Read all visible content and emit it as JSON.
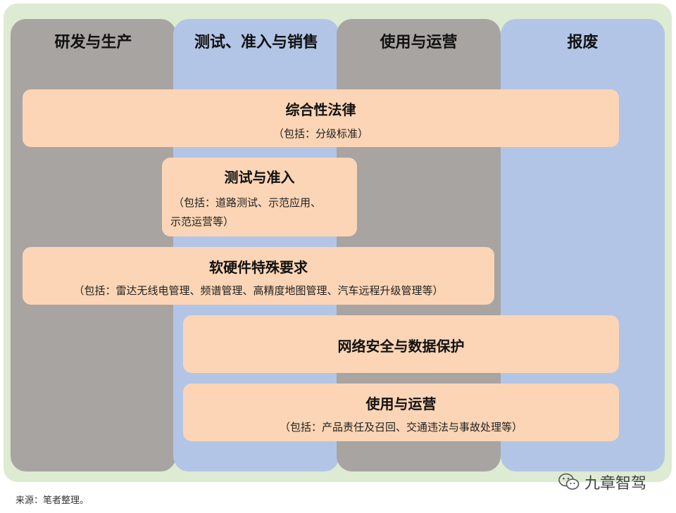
{
  "columns": [
    {
      "title": "研发与生产",
      "color": "#a7a4a2"
    },
    {
      "title": "测试、准入与销售",
      "color": "#b3c5e6"
    },
    {
      "title": "使用与运营",
      "color": "#a7a4a2"
    },
    {
      "title": "报废",
      "color": "#b3c5e6"
    }
  ],
  "boxes": {
    "comprehensive_law": {
      "title": "综合性法律",
      "sub": "（包括：分级标准）"
    },
    "testing_access": {
      "title": "测试与准入",
      "sub1": "（包括：道路测试、示范应用、",
      "sub2": "示范运营等）"
    },
    "hw_sw": {
      "title": "软硬件特殊要求",
      "sub": "（包括：雷达无线电管理、频谱管理、高精度地图管理、汽车远程升级管理等）"
    },
    "cyber": {
      "title": "网络安全与数据保护"
    },
    "use_ops": {
      "title": "使用与运营",
      "sub": "（包括：产品责任及召回、交通违法与事故处理等）"
    }
  },
  "source": "来源：笔者整理。",
  "watermark": {
    "text": "九章智驾",
    "icon": "wechat-icon"
  }
}
